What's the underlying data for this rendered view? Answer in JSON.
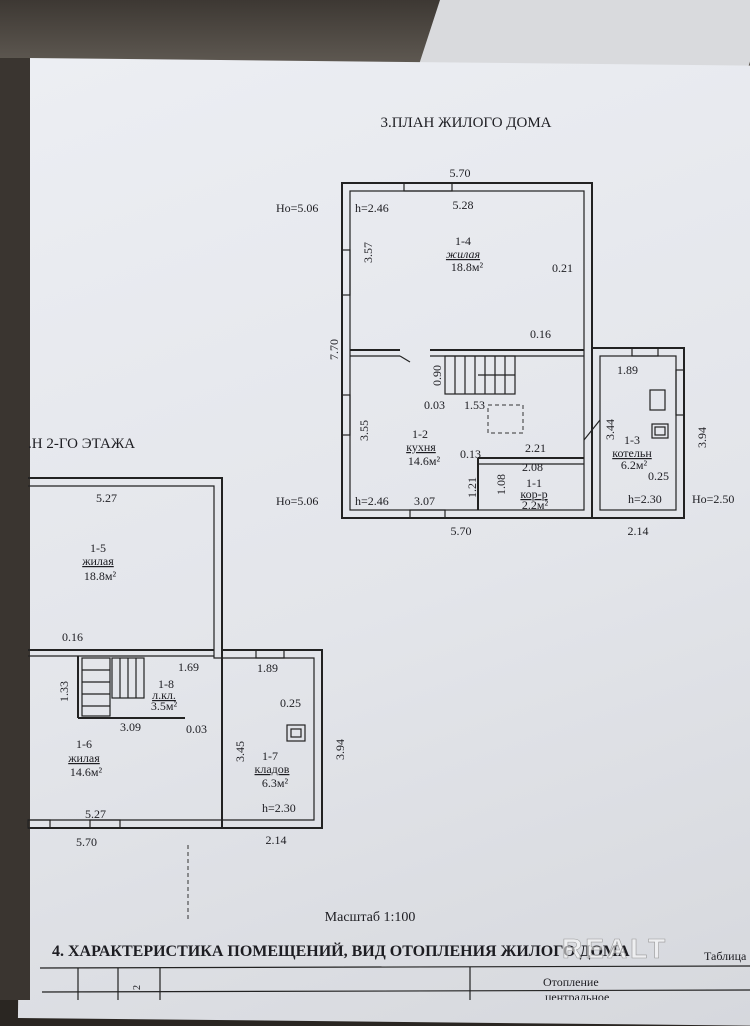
{
  "main_plan": {
    "title": "3.ПЛАН ЖИЛОГО ДОМА",
    "dims": {
      "top_outer": "5.70",
      "top_inner": "5.28",
      "left_outer": "7.70",
      "room14_height": "3.57",
      "room14_right": "0.21",
      "partition": "0.16",
      "stair_w": "0.90",
      "stair_a": "0.03",
      "stair_b": "1.53",
      "room12_left": "3.55",
      "corr_top": "2.21",
      "corr_inner": "2.08",
      "corr_a": "0.13",
      "corr_b": "1.21",
      "corr_c": "1.08",
      "bottom_inner": "3.07",
      "bottom_outer": "5.70",
      "annex_top": "1.89",
      "annex_left": "3.44",
      "annex_right": "3.94",
      "annex_wall": "0.25",
      "annex_bottom": "2.14"
    },
    "levels": {
      "ho_top": "Ho=5.06",
      "h_top": "h=2.46",
      "ho_bottom": "Ho=5.06",
      "h_bottom": "h=2.46",
      "h_annex": "h=2.30",
      "ho_annex": "Ho=2.50"
    },
    "rooms": [
      {
        "num": "1-4",
        "name": "жилая",
        "area": "18.8м²"
      },
      {
        "num": "1-2",
        "name": "кухня",
        "area": "14.6м²"
      },
      {
        "num": "1-3",
        "name": "котельн",
        "area": "6.2м²"
      },
      {
        "num": "1-1",
        "name": "кор-р",
        "area": "2.2м²"
      }
    ]
  },
  "second_floor": {
    "title": ".Н 2-ГО ЭТАЖА",
    "dims": {
      "top_inner": "5.27",
      "partition": "0.16",
      "stair_h": "1.33",
      "stair_w": "1.69",
      "room16_w": "3.09",
      "stair_gap": "0.03",
      "annex_top": "1.89",
      "annex_wall": "0.25",
      "annex_left": "3.45",
      "annex_right": "3.94",
      "bottom_inner": "5.27",
      "bottom_outer": "5.70",
      "annex_bottom": "2.14"
    },
    "levels": {
      "h_annex": "h=2.30"
    },
    "rooms": [
      {
        "num": "1-5",
        "name": "жилая",
        "area": "18.8м²"
      },
      {
        "num": "1-8",
        "name": "л.кл.",
        "area": "3.5м²"
      },
      {
        "num": "1-6",
        "name": "жилая",
        "area": "14.6м²"
      },
      {
        "num": "1-7",
        "name": "кладов",
        "area": "6.3м²"
      }
    ]
  },
  "scale": "Масштаб 1:100",
  "section4": {
    "title": "4. ХАРАКТЕРИСТИКА ПОМЕЩЕНИЙ, ВИД ОТОПЛЕНИЯ ЖИЛОГО ДОМА",
    "table_label": "Таблица"
  },
  "table_header": {
    "heating": "Отопление",
    "central": "центральное",
    "col_num": "2"
  },
  "watermark": "REALT"
}
